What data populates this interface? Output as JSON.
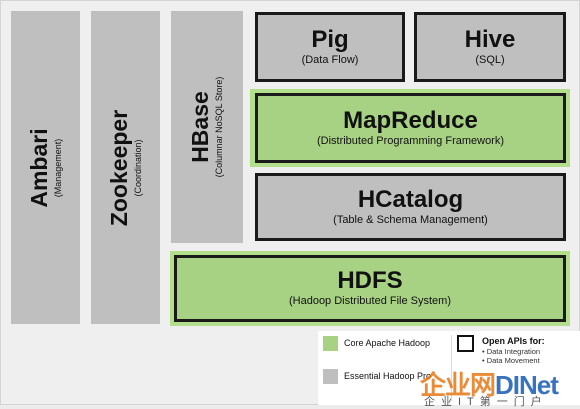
{
  "ambari": {
    "title": "Ambari",
    "subtitle": "(Management)"
  },
  "zookeeper": {
    "title": "Zookeeper",
    "subtitle": "(Coordination)"
  },
  "hbase": {
    "title": "HBase",
    "subtitle": "(Columnar NoSQL Store)"
  },
  "pig": {
    "title": "Pig",
    "subtitle": "(Data Flow)"
  },
  "hive": {
    "title": "Hive",
    "subtitle": "(SQL)"
  },
  "mapreduce": {
    "title": "MapReduce",
    "subtitle": "(Distributed Programming Framework)"
  },
  "hcatalog": {
    "title": "HCatalog",
    "subtitle": "(Table & Schema Management)"
  },
  "hdfs": {
    "title": "HDFS",
    "subtitle": "(Hadoop Distributed File System)"
  },
  "legend": {
    "core": "Core Apache Hadoop",
    "essential": "Essential Hadoop Pro",
    "open_apis_title": "Open APIs for:",
    "open_apis_items": [
      "• Data Integration",
      "• Data Movement"
    ]
  },
  "watermark": {
    "text_a": "企业网",
    "text_b": "D",
    "text_c": "INet",
    "sub": "企业IT第一门户"
  },
  "colors": {
    "core_green": "#a8d283",
    "essential_gray": "#bfbfbf",
    "border": "#1a1a1a"
  }
}
